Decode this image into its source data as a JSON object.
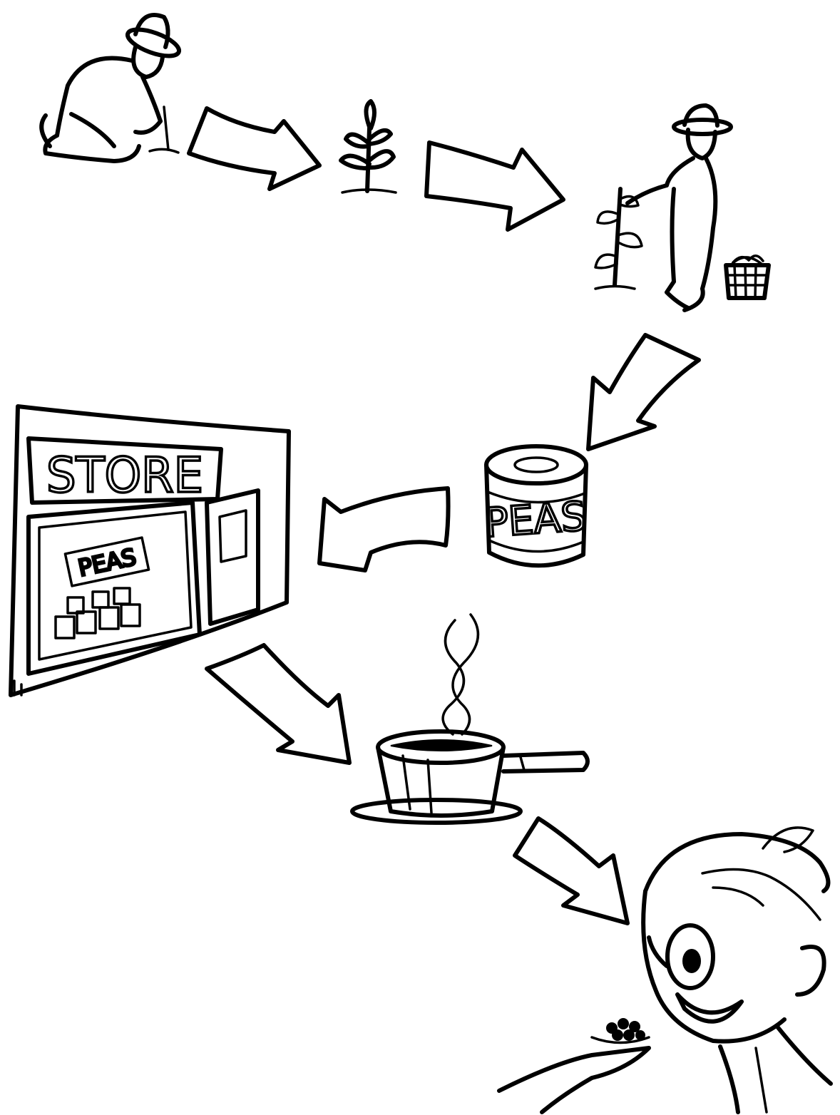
{
  "store": {
    "sign": "STORE",
    "window_sign": "PEAS"
  },
  "can": {
    "label": "PEAS"
  },
  "colors": {
    "ink": "#000000",
    "paper": "#ffffff"
  }
}
